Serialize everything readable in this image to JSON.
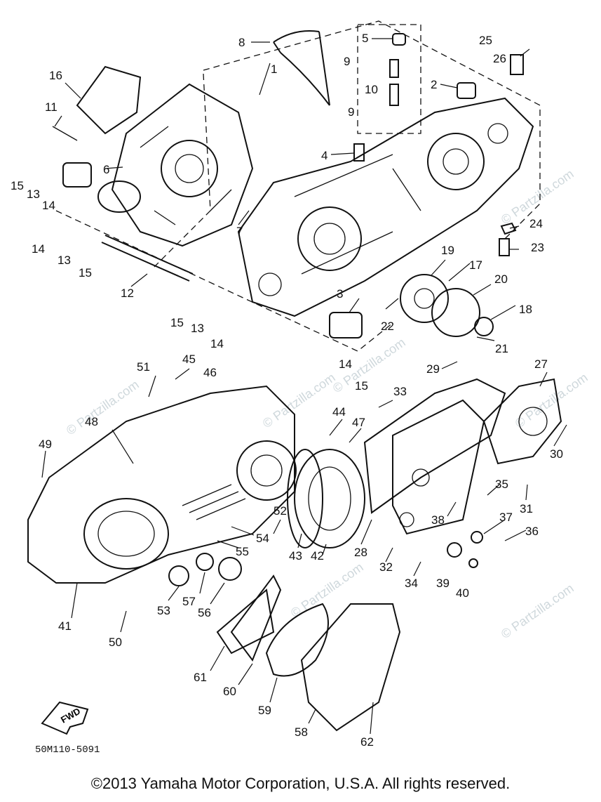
{
  "watermark": "© Partzilla.com",
  "reference_code": "50M110-5091",
  "fwd_arrow_label": "FWD",
  "copyright": "©2013 Yamaha Motor Corporation, U.S.A. All rights reserved.",
  "callouts": [
    "1",
    "2",
    "3",
    "4",
    "5",
    "6",
    "7",
    "8",
    "9",
    "9",
    "10",
    "11",
    "12",
    "13",
    "13",
    "13",
    "14",
    "14",
    "14",
    "14",
    "15",
    "15",
    "15",
    "15",
    "16",
    "17",
    "18",
    "19",
    "20",
    "21",
    "22",
    "23",
    "24",
    "25",
    "26",
    "27",
    "28",
    "29",
    "30",
    "31",
    "32",
    "33",
    "34",
    "35",
    "36",
    "37",
    "38",
    "39",
    "40",
    "41",
    "42",
    "43",
    "44",
    "45",
    "46",
    "47",
    "48",
    "49",
    "50",
    "51",
    "52",
    "53",
    "54",
    "55",
    "56",
    "57",
    "58",
    "59",
    "60",
    "61",
    "62"
  ]
}
